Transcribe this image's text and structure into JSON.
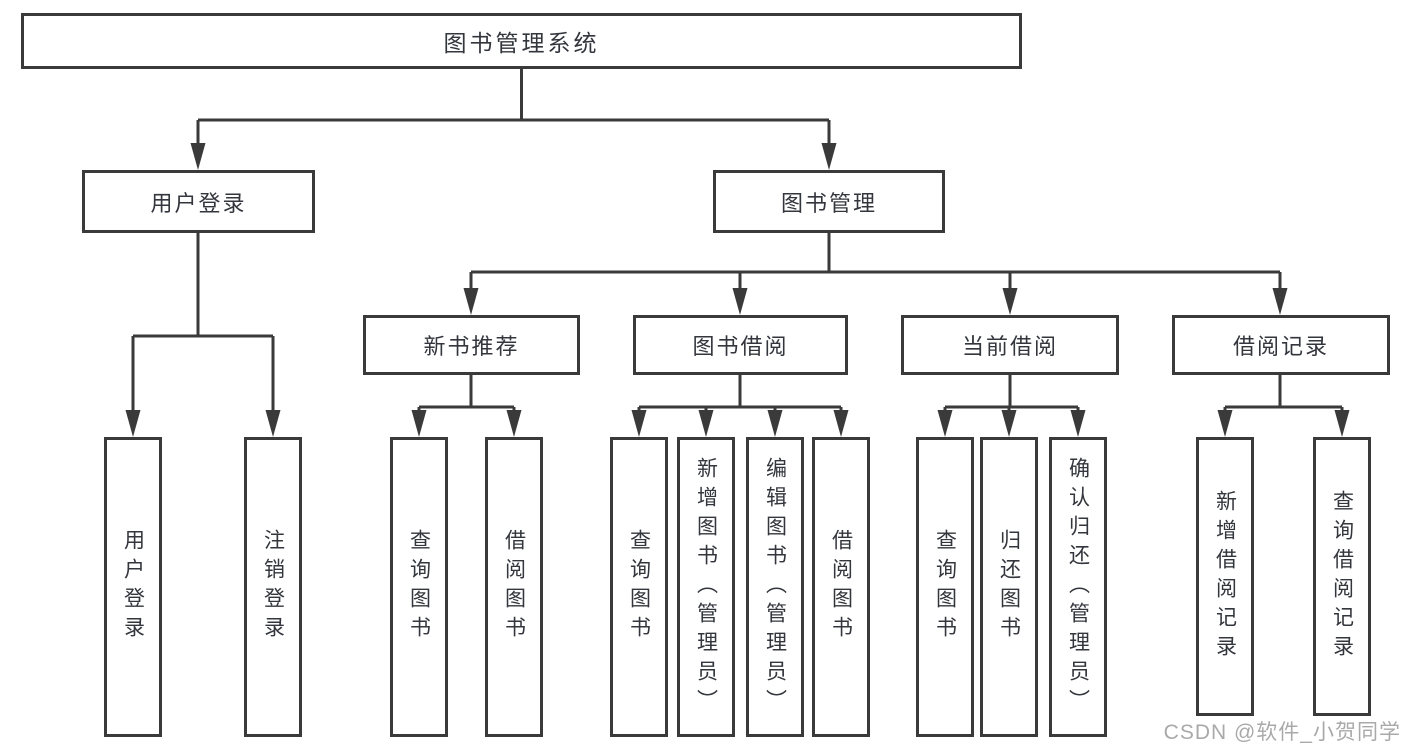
{
  "diagram_title": "图书管理系统",
  "tree": {
    "root": {
      "label": "图书管理系统"
    },
    "children": [
      {
        "label": "用户登录",
        "children": [
          {
            "label": "用户登录"
          },
          {
            "label": "注销登录"
          }
        ]
      },
      {
        "label": "图书管理",
        "children": [
          {
            "label": "新书推荐",
            "children": [
              {
                "label": "查询图书"
              },
              {
                "label": "借阅图书"
              }
            ]
          },
          {
            "label": "图书借阅",
            "children": [
              {
                "label": "查询图书"
              },
              {
                "label": "新增图书（管理员）"
              },
              {
                "label": "编辑图书（管理员）"
              },
              {
                "label": "借阅图书"
              }
            ]
          },
          {
            "label": "当前借阅",
            "children": [
              {
                "label": "查询图书"
              },
              {
                "label": "归还图书"
              },
              {
                "label": "确认归还（管理员）"
              }
            ]
          },
          {
            "label": "借阅记录",
            "children": [
              {
                "label": "新增借阅记录"
              },
              {
                "label": "查询借阅记录"
              }
            ]
          }
        ]
      }
    ]
  },
  "watermark": {
    "text": "CSDN @软件_小贺同学",
    "color": "#9b9b9b"
  },
  "colors": {
    "line": "#3a3a3a",
    "box_border": "#3a3a3a",
    "text": "#33363d",
    "background": "#ffffff"
  }
}
